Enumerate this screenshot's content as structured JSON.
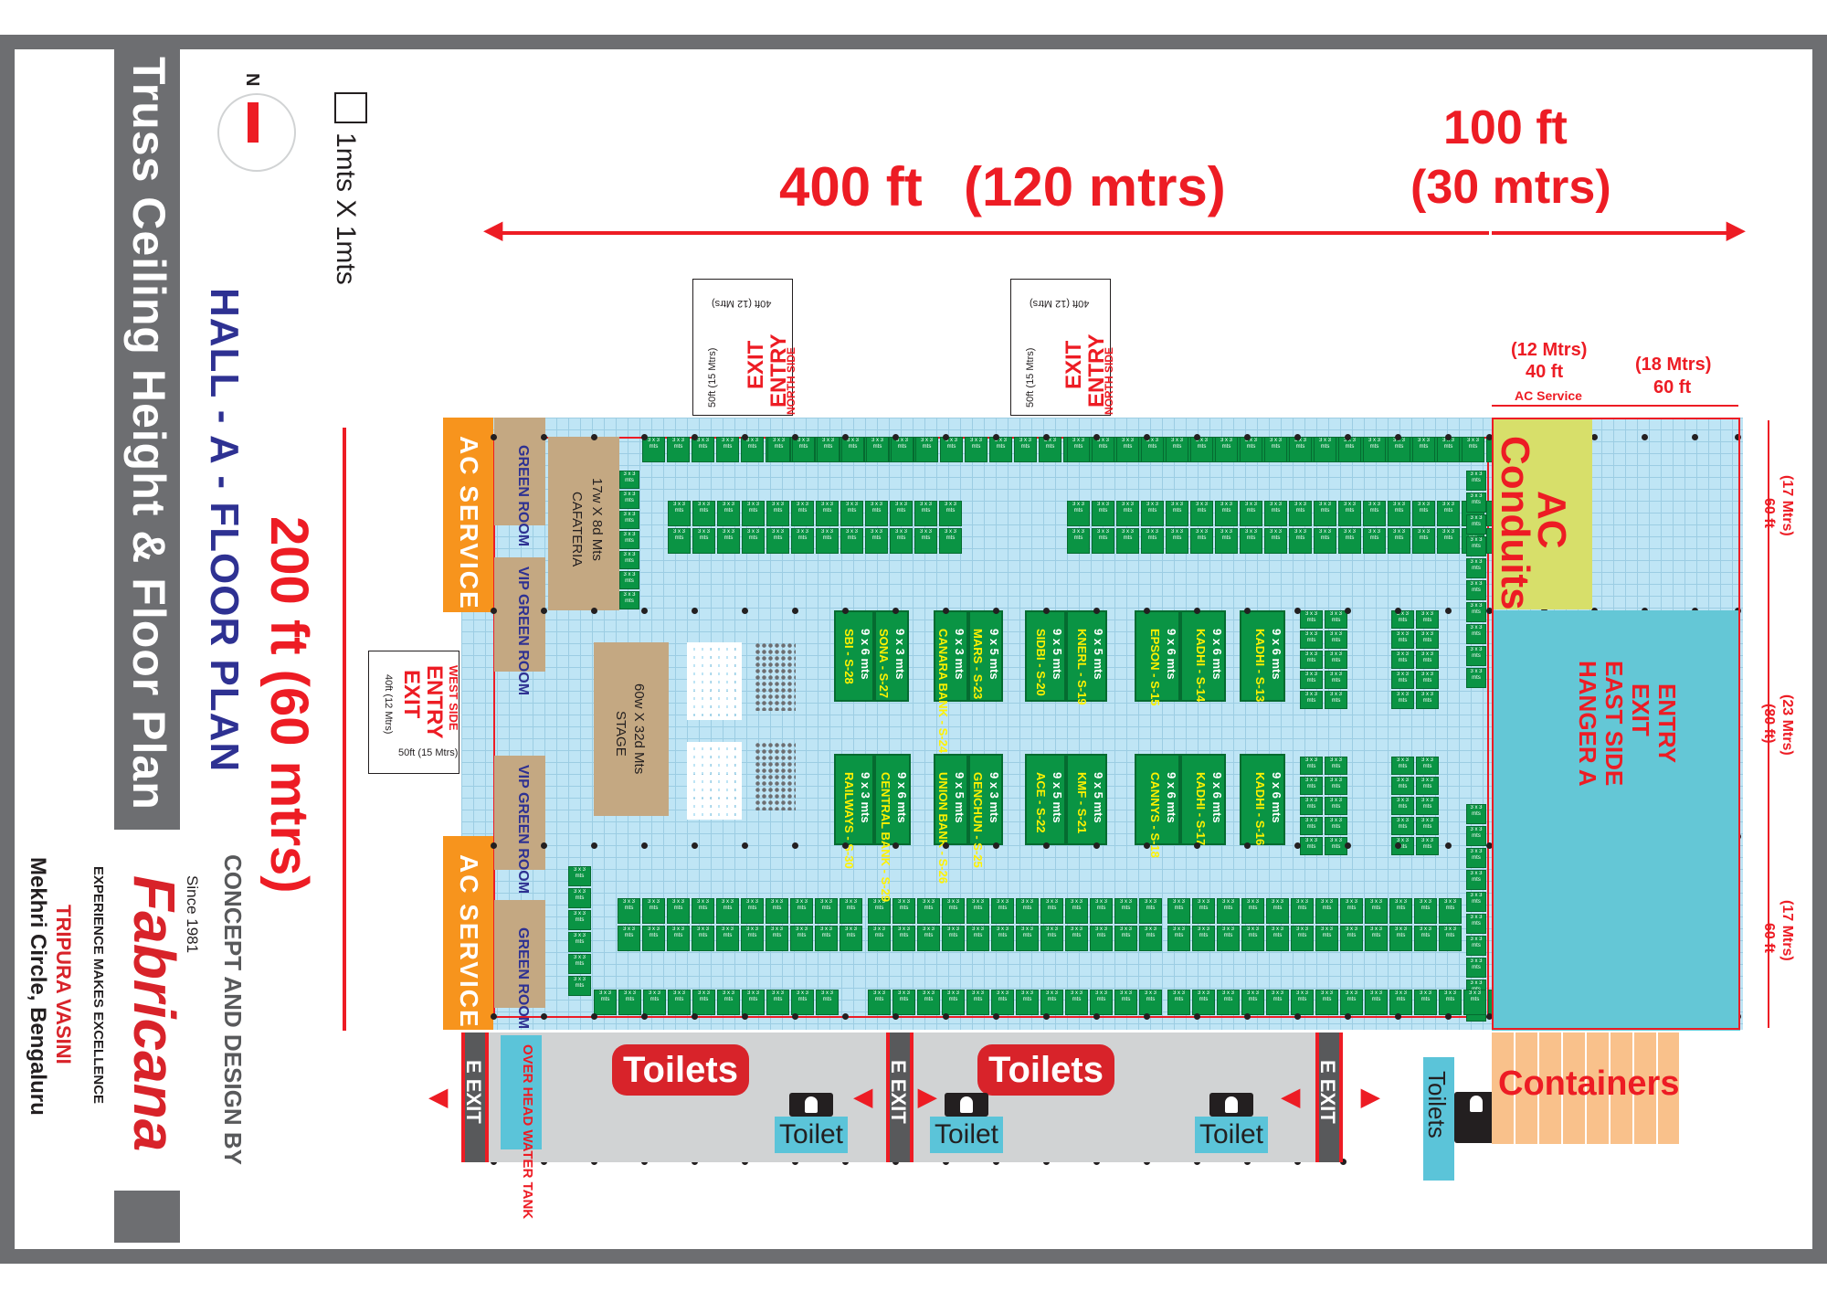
{
  "title": "Truss Ceiling Height & Floor Plan",
  "hall_title": "HALL - A - FLOOR PLAN",
  "scale_label": "1mts X 1mts",
  "compass_label": "N",
  "dimensions": {
    "top_main": "400 ft",
    "top_main_metric": "(120 mtrs)",
    "top_extension": "100 ft",
    "top_extension_metric": "(30 mtrs)",
    "left_main": "200 ft (60 mtrs)",
    "ac_service_width_metric": "(12 Mtrs)",
    "ac_service_width": "40 ft",
    "ac_service_width_label": "AC Service",
    "hangar_width_metric": "(18 Mtrs)",
    "hangar_width": "60 ft",
    "right_top_metric": "(17 Mtrs)",
    "right_top": "60 ft",
    "right_mid_metric": "(23 Mtrs)",
    "right_mid": "(80 ft)",
    "right_bottom_metric": "(17 Mtrs)",
    "right_bottom": "60 ft"
  },
  "north_exits": [
    {
      "label_1": "ENTRY",
      "label_2": "EXIT",
      "side": "NORTH SIDE",
      "dim_w": "40ft (12 Mtrs)",
      "dim_h": "50ft (15 Mtrs)"
    },
    {
      "label_1": "ENTRY",
      "label_2": "EXIT",
      "side": "NORTH SIDE",
      "dim_w": "40ft (12 Mtrs)",
      "dim_h": "50ft (15 Mtrs)"
    }
  ],
  "west_exit": {
    "side": "WEST SIDE",
    "label_1": "ENTRY",
    "label_2": "EXIT",
    "dim_w": "50ft (15 Mtrs)",
    "dim_h": "40ft (12 Mtrs)"
  },
  "east_exit": {
    "line_1": "ENTRY",
    "line_2": "EXIT",
    "line_3": "EAST SIDE",
    "line_4": "HANGER A"
  },
  "ac_service_label": "AC SERVICE",
  "ac_conduits_label_1": "AC",
  "ac_conduits_label_2": "Conduits",
  "rooms": {
    "green_room": "GREEN ROOM",
    "vip_green_room": "VIP GREEN ROOM",
    "cafeteria_size": "17w X 8d Mts",
    "cafeteria_name": "CAFATERIA",
    "stage_size": "60w X 32d Mts",
    "stage_name": "STAGE"
  },
  "big_stalls_top": [
    {
      "name": "SBI - S-28",
      "size": "9 x 6 mts"
    },
    {
      "name": "SONA - S-27",
      "size": "9 x 3 mts"
    },
    {
      "name": "CANARA BANK - S-24",
      "size": "9 x 3 mts"
    },
    {
      "name": "MARS - S-23",
      "size": "9 x 5 mts"
    },
    {
      "name": "SIDBI - S-20",
      "size": "9 x 5 mts"
    },
    {
      "name": "KNERL - S-19",
      "size": "9 x 5 mts"
    },
    {
      "name": "EPSON - S-15",
      "size": "9 x 6 mts"
    },
    {
      "name": "KADHI - S-14",
      "size": "9 x 6 mts"
    },
    {
      "name": "KADHI - S-13",
      "size": "9 x 6 mts"
    }
  ],
  "big_stalls_bottom": [
    {
      "name": "RAILWAYS - S-30",
      "size": "9 x 3 mts"
    },
    {
      "name": "CENTRAL BANK - S-29",
      "size": "9 x 6 mts"
    },
    {
      "name": "UNION BANK - S-26",
      "size": "9 x 5 mts"
    },
    {
      "name": "GENCHUN - S-25",
      "size": "9 x 3 mts"
    },
    {
      "name": "ACE - S-22",
      "size": "9 x 5 mts"
    },
    {
      "name": "KMF - S-21",
      "size": "9 x 5 mts"
    },
    {
      "name": "CANNYS - S-18",
      "size": "9 x 6 mts"
    },
    {
      "name": "KADHI - S-17",
      "size": "9 x 6 mts"
    },
    {
      "name": "KADHI - S-16",
      "size": "9 x 6 mts"
    }
  ],
  "small_stall_size": "3 x 3 mts",
  "facilities": {
    "exit_label": "E EXIT",
    "toilets": "Toilets",
    "toilet": "Toilet",
    "water_tank": "OVER HEAD WATER TANK",
    "containers": "Containers"
  },
  "company": {
    "since": "Since 1981",
    "brand": "Fabricana",
    "tagline": "EXPERIENCE MAKES EXCELLENCE",
    "client": "TRIPURA VASINI",
    "location": "Mekhri Circle, Bengaluru",
    "concept": "CONCEPT AND DESIGN BY"
  },
  "colors": {
    "accent_red": "#ed1c24",
    "stall_green": "#0a9444",
    "stall_text": "#fff200",
    "floor_blue": "#bfe5f5",
    "ac_orange": "#f7941d",
    "conduit_yellow": "#d7df6a",
    "hangar_cyan": "#64c7d6",
    "room_tan": "#c4a882",
    "frame_gray": "#6d6e71",
    "title_navy": "#2e3192"
  }
}
